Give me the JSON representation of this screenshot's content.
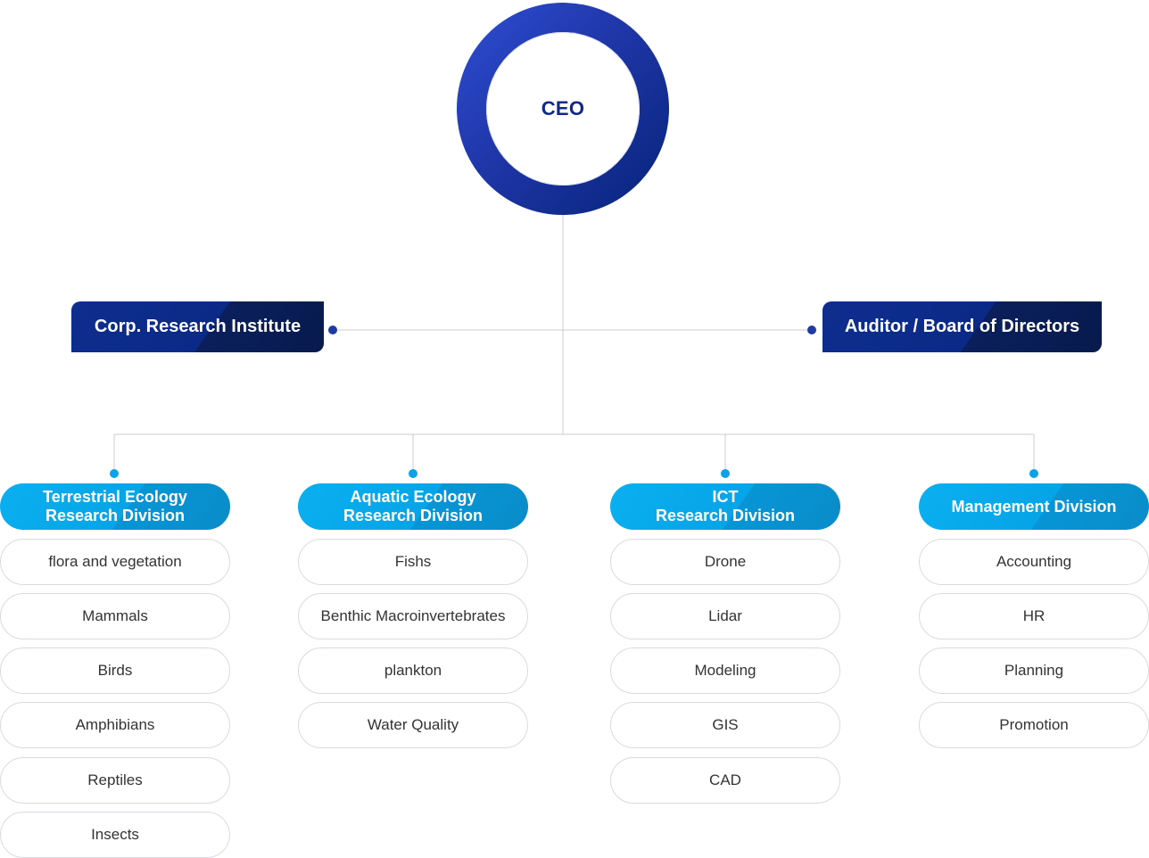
{
  "ceo": {
    "label": "CEO"
  },
  "side_units": {
    "left": "Corp. Research Institute",
    "right": "Auditor / Board of Directors"
  },
  "divisions": [
    {
      "title": "Terrestrial Ecology\nResearch Division",
      "items": [
        "flora and vegetation",
        "Mammals",
        "Birds",
        "Amphibians",
        "Reptiles",
        "Insects"
      ]
    },
    {
      "title": "Aquatic Ecology\nResearch Division",
      "items": [
        "Fishs",
        "Benthic Macroinvertebrates",
        "plankton",
        "Water Quality"
      ]
    },
    {
      "title": "ICT\nResearch Division",
      "items": [
        "Drone",
        "Lidar",
        "Modeling",
        "GIS",
        "CAD"
      ]
    },
    {
      "title": "Management Division",
      "items": [
        "Accounting",
        "HR",
        "Planning",
        "Promotion"
      ]
    }
  ],
  "colors": {
    "ceo_ring_start": "#2f4ed4",
    "ceo_ring_end": "#06247a",
    "side_box": "#0b2a87",
    "division_header": "#06a4e8",
    "connector_line": "#cccccc"
  }
}
